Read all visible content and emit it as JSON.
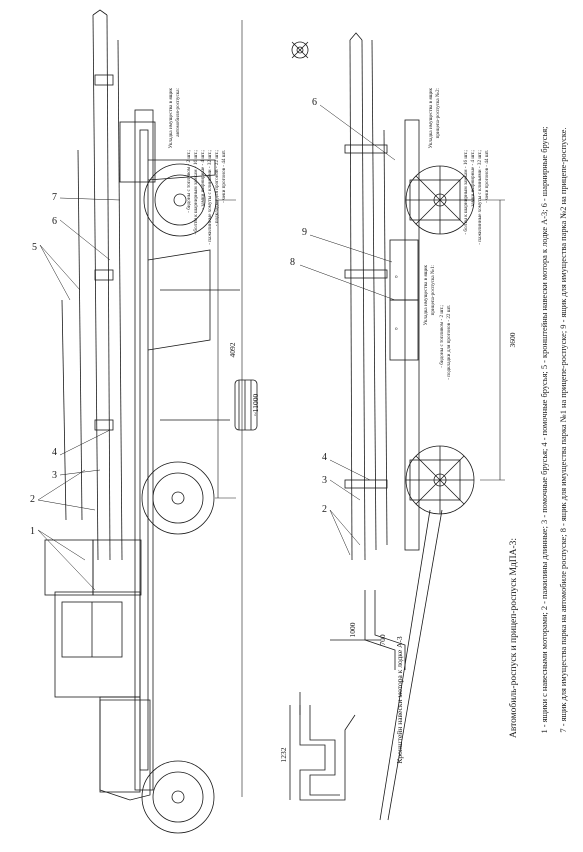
{
  "caption": {
    "title": "Автомобиль-роспуск и прицеп-роспуск МдПА-3:",
    "legend_line1": "1 - ящики с навесными моторами; 2 - пажилины длинные; 3 - помочные брусья; 4 - помочные брусья; 5 - кронштейны навески мотора к лодке А-3; 6 - шарнирные брусья;",
    "legend_line2": "7 - ящик для имущества парка на автомобиле роспуске; 8 - ящик для имущества парка №1 на прицепе-роспуске; 9 - ящик для имущества парка №2 на прицепе-роспуске."
  },
  "truck_notes": {
    "heading1": "Укладка имущества в ящик",
    "heading2": "автомобиля-роспуска:",
    "items": [
      "- бидоны с топливом - 2 шт.;",
      "- болты к шарнирным замкам - 16 шт.;",
      "- замки шарнирные - 4 шт.;",
      "- пажилинные хомуты с клиньями - 32 шт.;",
      "- подкладки для прогонов - 22 шт.;",
      "- чеки прогонов - 44 шт."
    ]
  },
  "trailer_notes_2": {
    "heading1": "Укладка имущества в ящик",
    "heading2": "прицепа-роспуска №2:",
    "items": [
      "- болты к шарнирным замкам - 16 шт.;",
      "- замки шарнирные - 4 шт.;",
      "- пажилинные хомуты с клиньями - 32 шт.;",
      "- чеки прогонов - 44 шт."
    ]
  },
  "trailer_notes_1": {
    "heading1": "Укладка имущества в ящик",
    "heading2": "прицепа-роспуска №1:",
    "items": [
      "- бидоны с топливом - 2 шт.;",
      "- подкладки для прогонов - 22 шт."
    ]
  },
  "bracket": {
    "caption": "Кронштейн навески мотора к лодке А-3",
    "dim_1232": "1232",
    "dim_1000": "1000",
    "dim_700": "700"
  },
  "dimensions": {
    "overall": "~11000",
    "truck_wheelbase": "4092",
    "trailer_wheelbase": "3600"
  },
  "callouts": {
    "n1": "1",
    "n2": "2",
    "n3": "3",
    "n4": "4",
    "n5": "5",
    "n6": "6",
    "n7": "7",
    "n8": "8",
    "n9": "9"
  },
  "colors": {
    "ink": "#1a1a1a",
    "paper": "#ffffff"
  }
}
